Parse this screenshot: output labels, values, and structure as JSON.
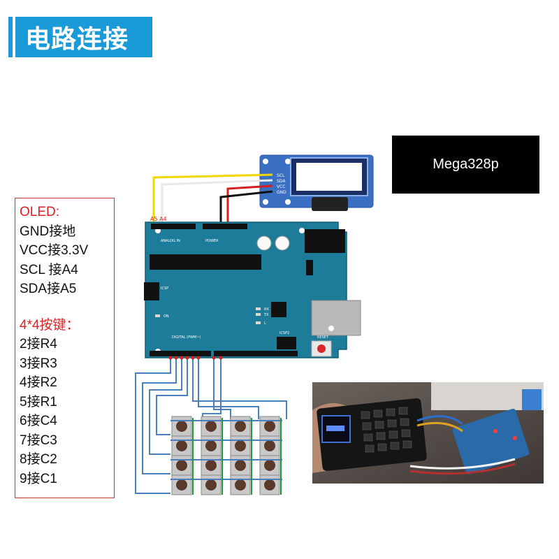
{
  "title": "电路连接",
  "chip_label": "Mega328p",
  "notes": {
    "oled_heading": "OLED:",
    "oled_lines": [
      "GND接地",
      "VCC接3.3V",
      "SCL 接A4",
      "SDA接A5"
    ],
    "keypad_heading": "4*4按键：",
    "keypad_lines": [
      "2接R4",
      "3接R3",
      "4接R2",
      "5接R1",
      "6接C4",
      "7接C3",
      "8接C2",
      "9接C1"
    ]
  },
  "board_labels": {
    "analog_in": "ANALOG IN",
    "power": "POWER",
    "digital": "DIGITAL (PWM~)",
    "icsp": "ICSP",
    "icsp2": "ICSP2",
    "reset": "RESET",
    "on": "ON",
    "tx": "TX",
    "rx": "RX",
    "l": "L",
    "a5": "A5",
    "a4": "A4"
  },
  "oled_pins": [
    "SCL",
    "SDA",
    "VCC",
    "GND"
  ],
  "colors": {
    "accent": "#1a9ad6",
    "board": "#1d7c9a",
    "wire_yellow": "#f2d600",
    "wire_white": "#f5f5f5",
    "wire_red": "#d81e1e",
    "wire_black": "#111111",
    "keypad_wire": "#4a7fc0",
    "note_red": "#e02020"
  }
}
